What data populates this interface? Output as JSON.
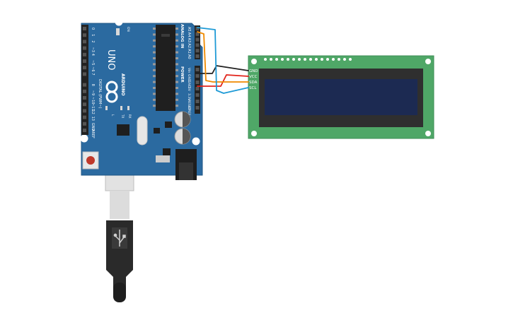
{
  "board": {
    "model": "UNO",
    "brand": "ARDUINO",
    "on_label": "ON",
    "power_header": "POWER",
    "analog_header": "ANALOG IN",
    "digital_header": "DIGITAL (PWM~)",
    "tx_label": "TX",
    "rx_label": "RX",
    "l_label": "L",
    "aref_label": "AREF",
    "digital_pins": [
      "0",
      "1",
      "2",
      "~3",
      "4",
      "~5",
      "~6",
      "7",
      "8",
      "~9",
      "~10",
      "~11",
      "12",
      "13",
      "GND",
      "AREF"
    ],
    "power_pins": [
      "Vin",
      "GND",
      "GND",
      "5V",
      "3.3V",
      "RESET",
      "IOREF"
    ],
    "analog_pins": [
      "A5",
      "A4",
      "A3",
      "A2",
      "A1",
      "A0"
    ]
  },
  "lcd": {
    "pins": [
      "GND",
      "VCC",
      "SDA",
      "SCL"
    ],
    "pixel_bg": "#1c2a52",
    "pcb_color": "#4fa767"
  },
  "colors": {
    "board": "#2b6aa0",
    "board_dark": "#1f5684",
    "wire_black": "#222222",
    "wire_red": "#e2231a",
    "wire_orange": "#f08a00",
    "wire_blue": "#1e9ad6"
  },
  "icons": [
    "arduino-infinity-logo-icon",
    "usb-trident-icon"
  ]
}
